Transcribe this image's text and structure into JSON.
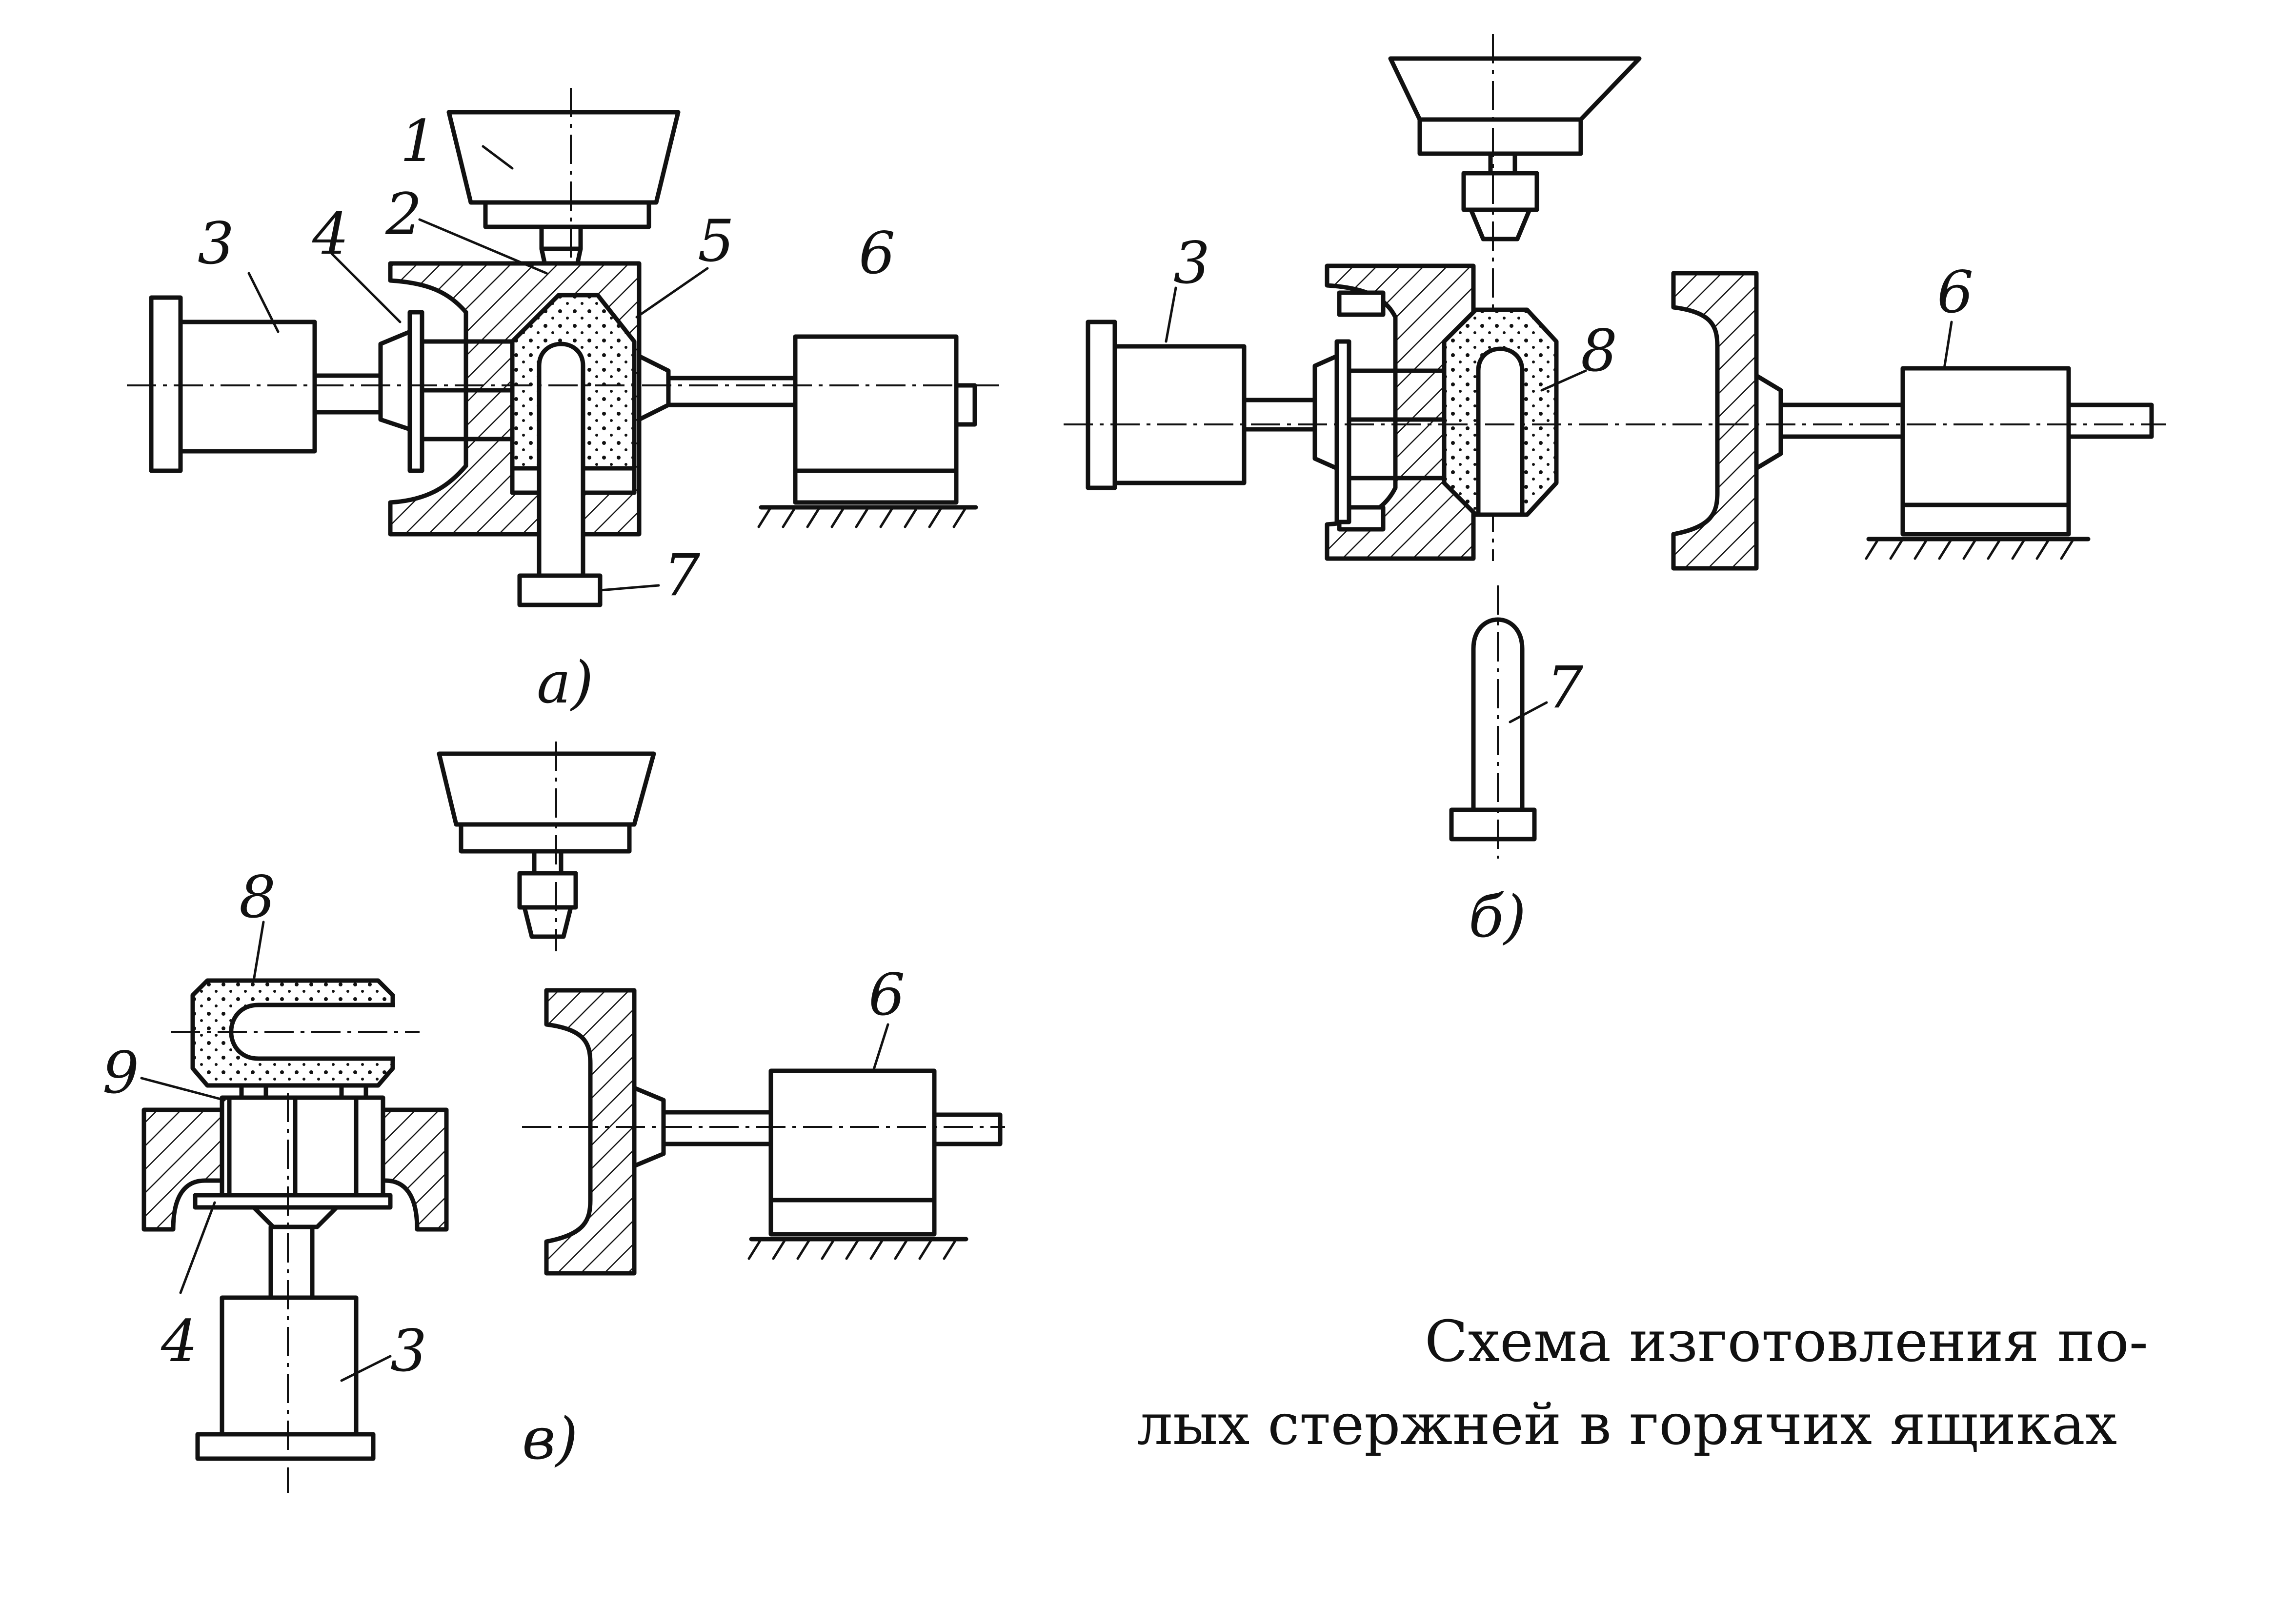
{
  "labels": {
    "hopper": "1",
    "nozzle": "2",
    "cylinder_left": "3",
    "pusher_plate": "4",
    "core_box": "5",
    "cylinder_right": "6",
    "mandrel": "7",
    "core": "8",
    "ejector_pins": "9"
  },
  "panels": {
    "a": "а)",
    "b": "б)",
    "v": "в)"
  },
  "caption": {
    "line1": "Схема изготовления по-",
    "line2": "лых стержней в горячих ящиках"
  }
}
